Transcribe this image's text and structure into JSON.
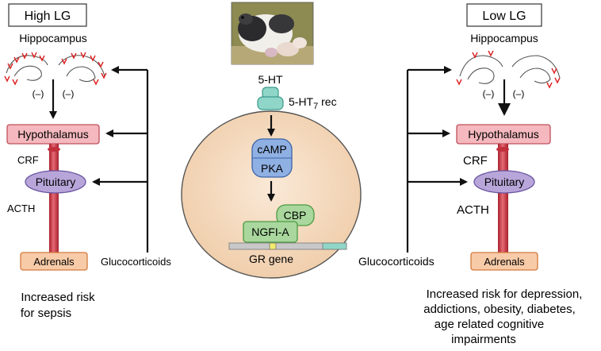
{
  "left": {
    "title": "High LG",
    "region": "Hippocampus",
    "inhibit_left": "(–)",
    "inhibit_right": "(–)",
    "hypothalamus": "Hypothalamus",
    "crf": "CRF",
    "pituitary": "Pituitary",
    "acth": "ACTH",
    "adrenals": "Adrenals",
    "feedback": "Glucocorticoids",
    "risk_line1": "Increased risk",
    "risk_line2": "for sepsis"
  },
  "center": {
    "ligand": "5-HT",
    "receptor": "5-HT",
    "receptor_sub": "7",
    "receptor_suffix": " rec",
    "camp": "cAMP",
    "pka": "PKA",
    "cbp": "CBP",
    "ngfi": "NGFI-A",
    "gene": "GR gene"
  },
  "right": {
    "title": "Low LG",
    "region": "Hippocampus",
    "inhibit_left": "(–)",
    "inhibit_right": "(–)",
    "hypothalamus": "Hypothalamus",
    "crf": "CRF",
    "pituitary": "Pituitary",
    "acth": "ACTH",
    "adrenals": "Adrenals",
    "feedback": "Glucocorticoids",
    "risk_line1": "Increased risk for depression,",
    "risk_line2": "addictions, obesity, diabetes,",
    "risk_line3": "age related cognitive",
    "risk_line4": "impairments"
  },
  "colors": {
    "cell": "#f5dcc3",
    "pink": "#f4b8be",
    "stalk": "#d9434f",
    "lavender": "#b8a6da",
    "blue": "#8fb0e3",
    "green": "#a9d79d",
    "receptor": "#8fd6c8"
  }
}
